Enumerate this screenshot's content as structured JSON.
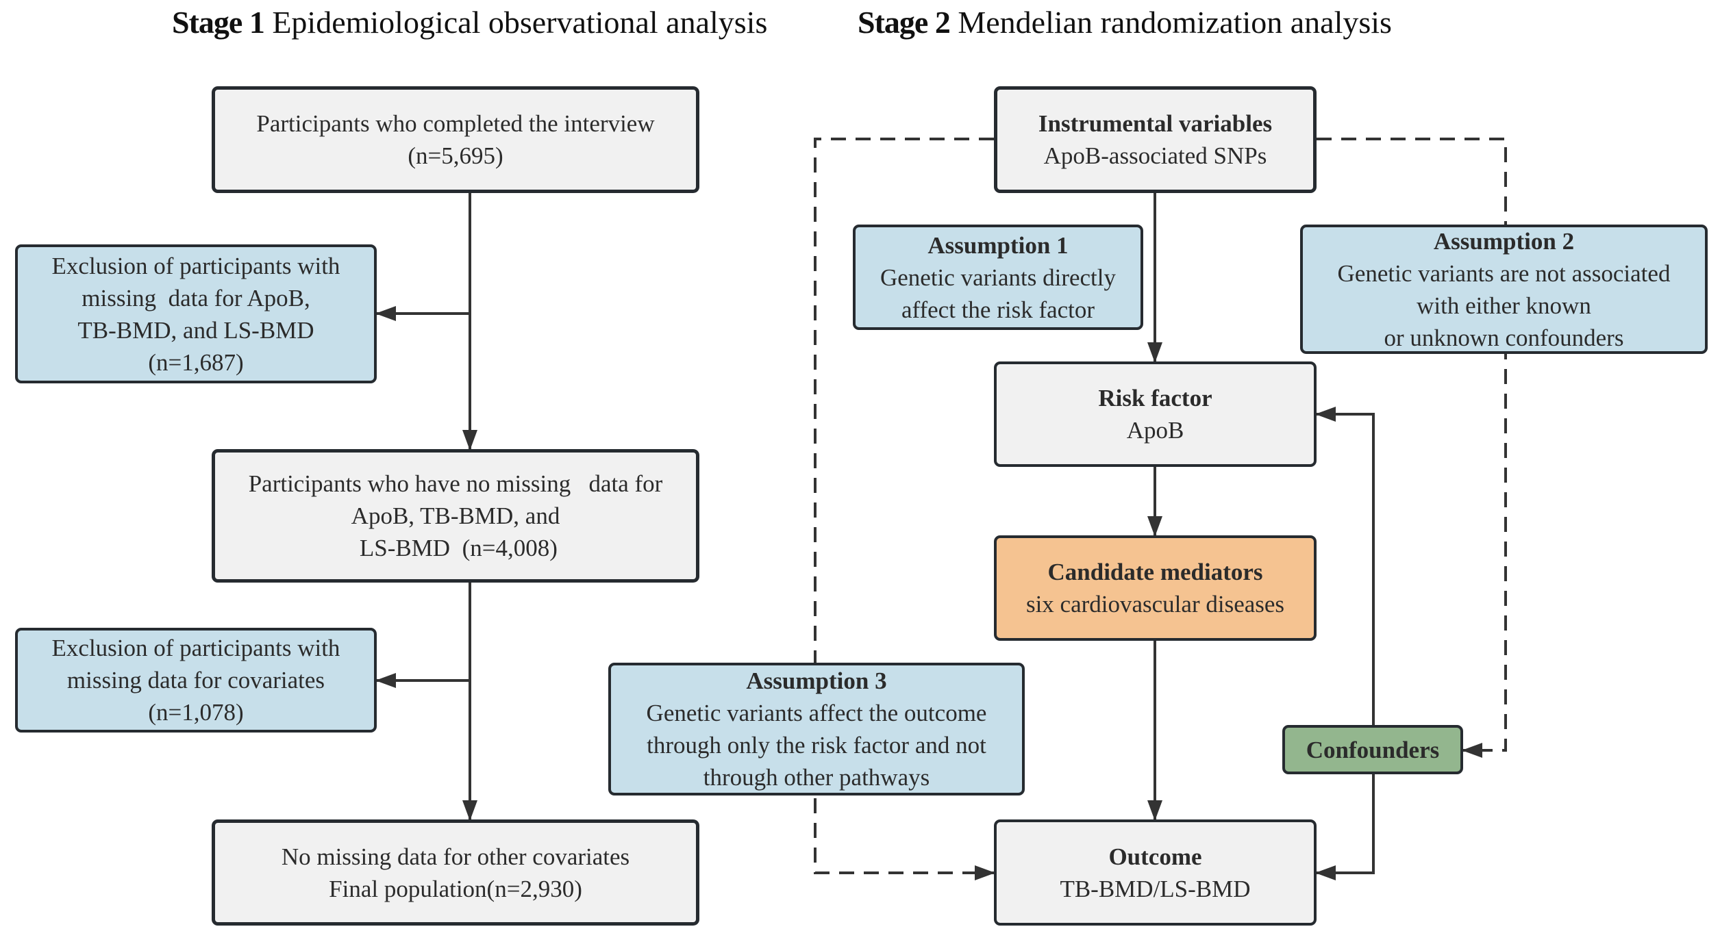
{
  "stage1": {
    "bold": "Stage 1",
    "rest": " Epidemiological observational analysis"
  },
  "stage2": {
    "bold": "Stage 2",
    "rest": " Mendelian randomization analysis"
  },
  "colors": {
    "gray_box": "#f1f1f1",
    "blue_box": "#c7dfea",
    "orange_box": "#f5c391",
    "green_box": "#93b68e",
    "line": "#333333"
  },
  "left": {
    "box1": {
      "lines": [
        "Participants who completed the interview",
        "(n=5,695)"
      ]
    },
    "excl1": {
      "lines": [
        "Exclusion of participants with",
        "missing  data for ApoB,",
        "TB-BMD, and LS-BMD",
        "(n=1,687)"
      ]
    },
    "box2": {
      "lines": [
        "Participants who have no missing   data for",
        "ApoB, TB-BMD, and",
        " LS-BMD  (n=4,008)"
      ]
    },
    "excl2": {
      "lines": [
        "Exclusion of participants with",
        "missing data for covariates",
        "(n=1,078)"
      ]
    },
    "box3": {
      "lines": [
        "No missing data for other covariates",
        "Final population(n=2,930)"
      ]
    }
  },
  "right": {
    "iv": {
      "title": "Instrumental variables",
      "sub": "ApoB-associated SNPs"
    },
    "a1": {
      "title": "Assumption 1",
      "lines": [
        "Genetic variants directly",
        "affect the risk factor"
      ]
    },
    "a2": {
      "title": "Assumption 2",
      "lines": [
        "Genetic variants are not associated",
        "with either known",
        "or unknown confounders"
      ]
    },
    "risk": {
      "title": "Risk factor",
      "sub": "ApoB"
    },
    "mediators": {
      "title": "Candidate mediators",
      "sub": "six cardiovascular diseases"
    },
    "a3": {
      "title": "Assumption 3",
      "lines": [
        "Genetic variants affect the outcome",
        "through only the risk factor and not",
        "through other pathways"
      ]
    },
    "confounders": {
      "title": "Confounders"
    },
    "outcome": {
      "title": "Outcome",
      "sub": "TB-BMD/LS-BMD"
    }
  }
}
